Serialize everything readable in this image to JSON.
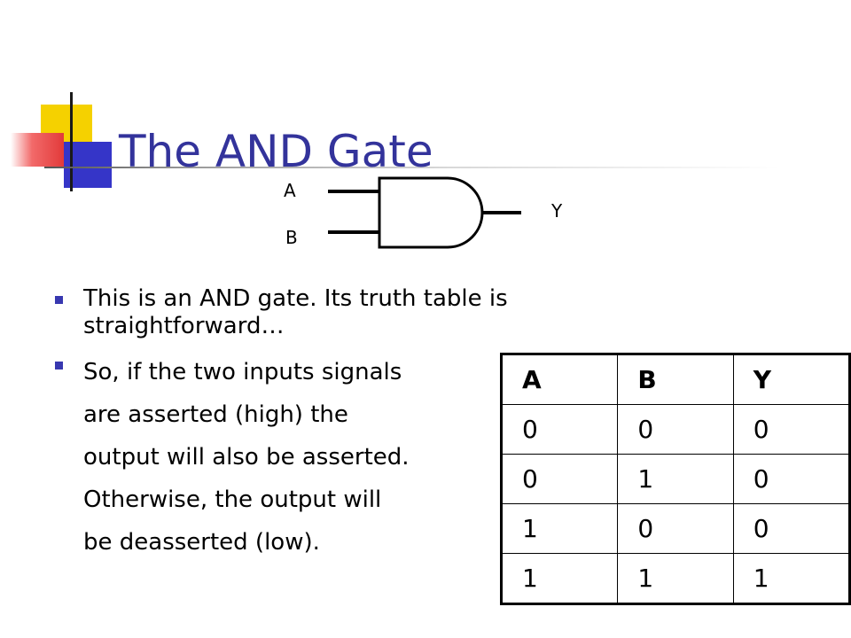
{
  "slide": {
    "title": "The AND Gate"
  },
  "diagram": {
    "input_a": "A",
    "input_b": "B",
    "output_y": "Y"
  },
  "bullets": [
    {
      "lines": [
        "This is an AND gate.  Its truth table is",
        "straightforward…"
      ]
    },
    {
      "lines": [
        "So, if the two inputs signals",
        "are asserted (high) the",
        "output will also be asserted.",
        "Otherwise, the output will",
        "be deasserted (low)."
      ]
    }
  ],
  "truth_table": {
    "headers": [
      "A",
      "B",
      "Y"
    ],
    "rows": [
      [
        "0",
        "0",
        "0"
      ],
      [
        "0",
        "1",
        "0"
      ],
      [
        "1",
        "0",
        "0"
      ],
      [
        "1",
        "1",
        "1"
      ]
    ]
  },
  "colors": {
    "title": "#33339b",
    "bullet": "#3838b0",
    "deco_yellow": "#f5d100",
    "deco_blue": "#3535c8",
    "deco_red": "#e23a3a"
  }
}
